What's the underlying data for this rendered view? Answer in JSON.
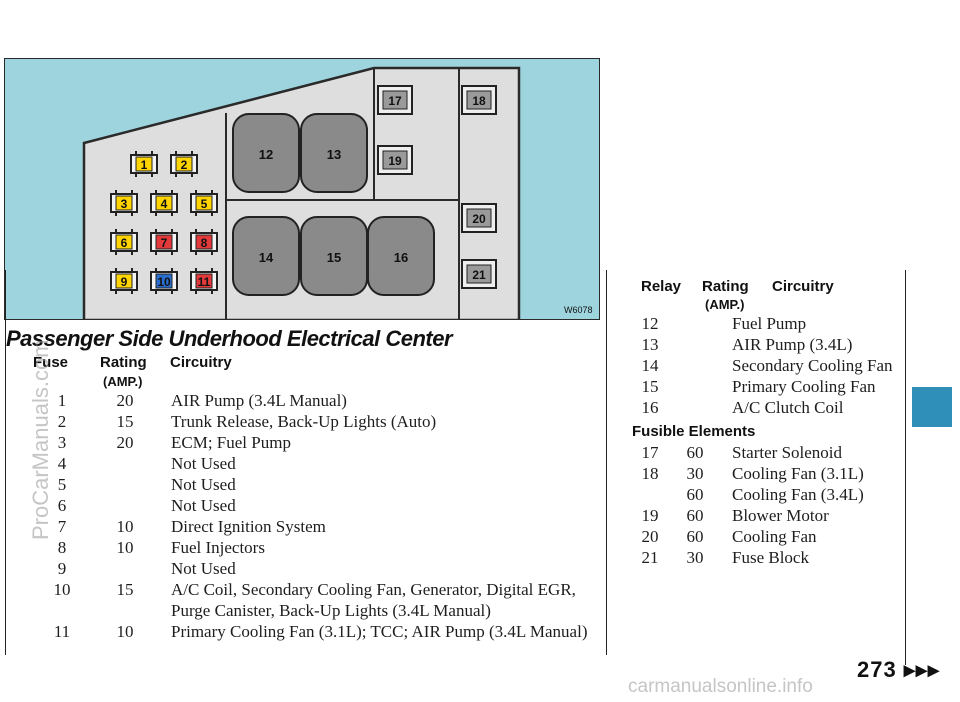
{
  "diagram": {
    "code": "W6078",
    "fuse_labels": [
      "1",
      "2",
      "3",
      "4",
      "5",
      "6",
      "7",
      "8",
      "9",
      "10",
      "11"
    ],
    "relay_labels": [
      "12",
      "13",
      "14",
      "15",
      "16"
    ],
    "fusible_labels": [
      "17",
      "18",
      "19",
      "20",
      "21"
    ],
    "colors": {
      "background": "#9ed4de",
      "panel": "#dedede",
      "relay": "#8a8a8a"
    }
  },
  "title": "Passenger Side Underhood Electrical Center",
  "fuse_table": {
    "headers": {
      "fuse": "Fuse",
      "rating": "Rating",
      "rating_unit": "(AMP.)",
      "circuitry": "Circuitry"
    },
    "rows": [
      {
        "fuse": "1",
        "rating": "20",
        "circuitry": "AIR Pump (3.4L Manual)"
      },
      {
        "fuse": "2",
        "rating": "15",
        "circuitry": "Trunk Release, Back-Up Lights (Auto)"
      },
      {
        "fuse": "3",
        "rating": "20",
        "circuitry": "ECM; Fuel Pump"
      },
      {
        "fuse": "4",
        "rating": "",
        "circuitry": "Not Used"
      },
      {
        "fuse": "5",
        "rating": "",
        "circuitry": "Not Used"
      },
      {
        "fuse": "6",
        "rating": "",
        "circuitry": "Not Used"
      },
      {
        "fuse": "7",
        "rating": "10",
        "circuitry": "Direct Ignition System"
      },
      {
        "fuse": "8",
        "rating": "10",
        "circuitry": "Fuel Injectors"
      },
      {
        "fuse": "9",
        "rating": "",
        "circuitry": "Not Used"
      },
      {
        "fuse": "10",
        "rating": "15",
        "circuitry": "A/C Coil, Secondary Cooling Fan, Generator, Digital EGR,",
        "circuitry_cont": "Purge Canister, Back-Up Lights (3.4L Manual)"
      },
      {
        "fuse": "11",
        "rating": "10",
        "circuitry": "Primary Cooling Fan (3.1L); TCC; AIR Pump (3.4L Manual)"
      }
    ]
  },
  "relay_table": {
    "headers": {
      "relay": "Relay",
      "rating": "Rating",
      "rating_unit": "(AMP.)",
      "circuitry": "Circuitry"
    },
    "rows": [
      {
        "relay": "12",
        "circuitry": "Fuel Pump"
      },
      {
        "relay": "13",
        "circuitry": "AIR Pump (3.4L)"
      },
      {
        "relay": "14",
        "circuitry": "Secondary Cooling Fan"
      },
      {
        "relay": "15",
        "circuitry": "Primary Cooling Fan"
      },
      {
        "relay": "16",
        "circuitry": "A/C Clutch Coil"
      }
    ]
  },
  "fusible_table": {
    "heading": "Fusible Elements",
    "rows": [
      {
        "element": "17",
        "rating": "60",
        "circuitry": "Starter Solenoid"
      },
      {
        "element": "18",
        "rating": "30",
        "circuitry": "Cooling Fan (3.1L)"
      },
      {
        "element": "",
        "rating": "60",
        "circuitry": "Cooling Fan (3.4L)"
      },
      {
        "element": "19",
        "rating": "60",
        "circuitry": "Blower Motor"
      },
      {
        "element": "20",
        "rating": "60",
        "circuitry": "Cooling Fan"
      },
      {
        "element": "21",
        "rating": "30",
        "circuitry": "Fuse Block"
      }
    ]
  },
  "page_number": "273",
  "watermark_side": "ProCarManuals.com",
  "watermark_bottom": "carmanualsonline.info"
}
